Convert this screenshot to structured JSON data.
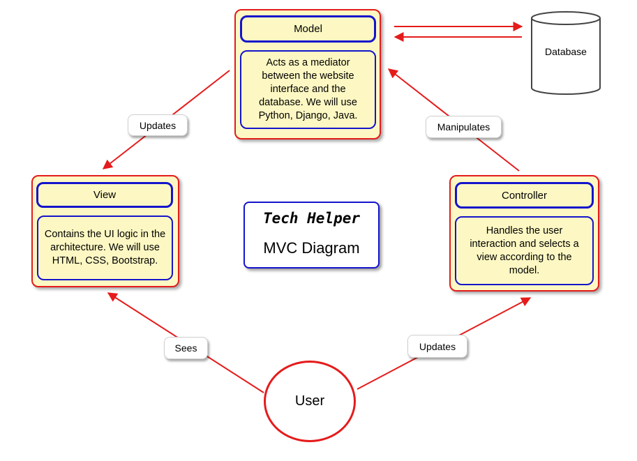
{
  "diagram": {
    "model": {
      "title": "Model",
      "description": "Acts as a mediator between the website interface and the database. We will use Python, Django, Java."
    },
    "view": {
      "title": "View",
      "description": "Contains the UI logic in the architecture. We will use HTML, CSS, Bootstrap."
    },
    "controller": {
      "title": "Controller",
      "description": "Handles the user interaction and selects a view according to the model."
    },
    "database": {
      "label": "Database"
    },
    "user": {
      "label": "User"
    },
    "center_title": {
      "line1": "Tech Helper",
      "line2": "MVC Diagram"
    },
    "edges": {
      "model_to_view": "Updates",
      "controller_to_model": "Manipulates",
      "user_to_view": "Sees",
      "user_to_controller": "Updates"
    },
    "colors": {
      "box_fill": "#fdf8c3",
      "outer_border": "#e51b1b",
      "inner_border": "#1414cc",
      "arrow": "#e51b1b"
    }
  }
}
